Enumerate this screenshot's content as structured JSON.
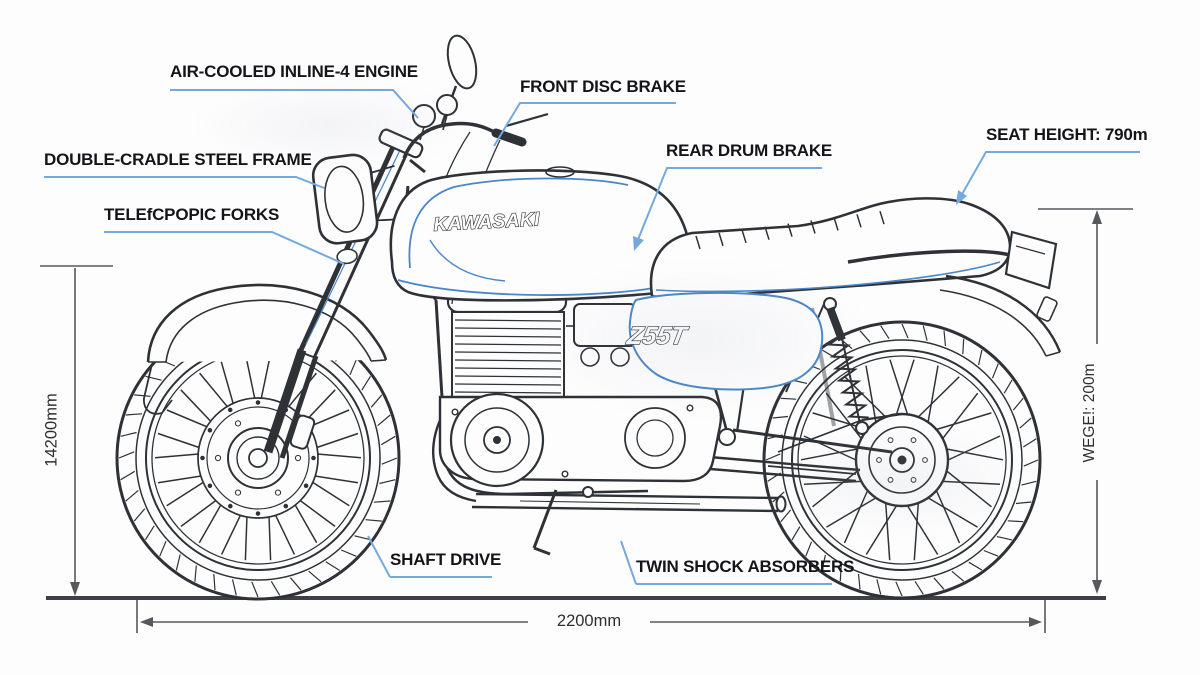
{
  "colors": {
    "background": "#fdfdfe",
    "line": "#2e3237",
    "accent_blue": "#4a86c8",
    "leader_blue": "#74a9dd",
    "dimension": "#56585c",
    "label_text": "#141519",
    "ground": "#3d4045"
  },
  "badges": {
    "tank": "KAWASAKI",
    "side_panel": "Z55T"
  },
  "callouts": {
    "engine": "AIR-COOLED INLINE-4 ENGINE",
    "front_brake": "FRONT DISC BRAKE",
    "frame": "DOUBLE-CRADLE STEEL FRAME",
    "forks": "TELEfCPOPIC FORKS",
    "rear_brake": "REAR DRUM BRAKE",
    "seat_height": "SEAT HEIGHT: 790m",
    "shaft_drive": "SHAFT DRIVE",
    "shock_absorbers": "TWIN SHOCK ABSORBERS"
  },
  "dimensions": {
    "overall_height": "14200mm",
    "overall_length": "2200mm",
    "right_side_note": "WEGE!: 200m"
  }
}
